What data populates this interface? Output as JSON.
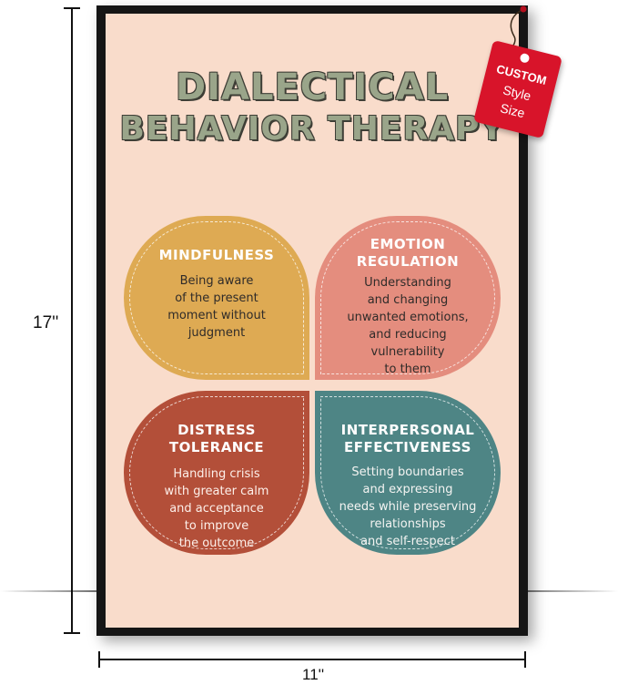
{
  "dimensions": {
    "height_label": "17''",
    "width_label": "11''"
  },
  "poster": {
    "title_line_1": "DIALECTICAL",
    "title_line_2": "BEHAVIOR THERAPY",
    "quadrants": [
      {
        "heading": "MINDFULNESS",
        "text": "Being aware\nof the present\nmoment without\njudgment",
        "color": "#deaa53"
      },
      {
        "heading": "EMOTION\nREGULATION",
        "text": "Understanding\nand changing\nunwanted emotions,\nand reducing\nvulnerability\nto them",
        "color": "#e48d7e"
      },
      {
        "heading": "DISTRESS\nTOLERANCE",
        "text": "Handling crisis\nwith greater calm\nand acceptance\nto improve\nthe outcome",
        "color": "#b34f39"
      },
      {
        "heading": "INTERPERSONAL\nEFFECTIVENESS",
        "text": "Setting boundaries\nand expressing\nneeds while preserving\nrelationships\nand self-respect",
        "color": "#4e8585"
      }
    ],
    "background": "#f9dccb"
  },
  "tag": {
    "line_1": "CUSTOM",
    "line_2": "Style",
    "line_3": "Size",
    "color": "#d8142a"
  }
}
